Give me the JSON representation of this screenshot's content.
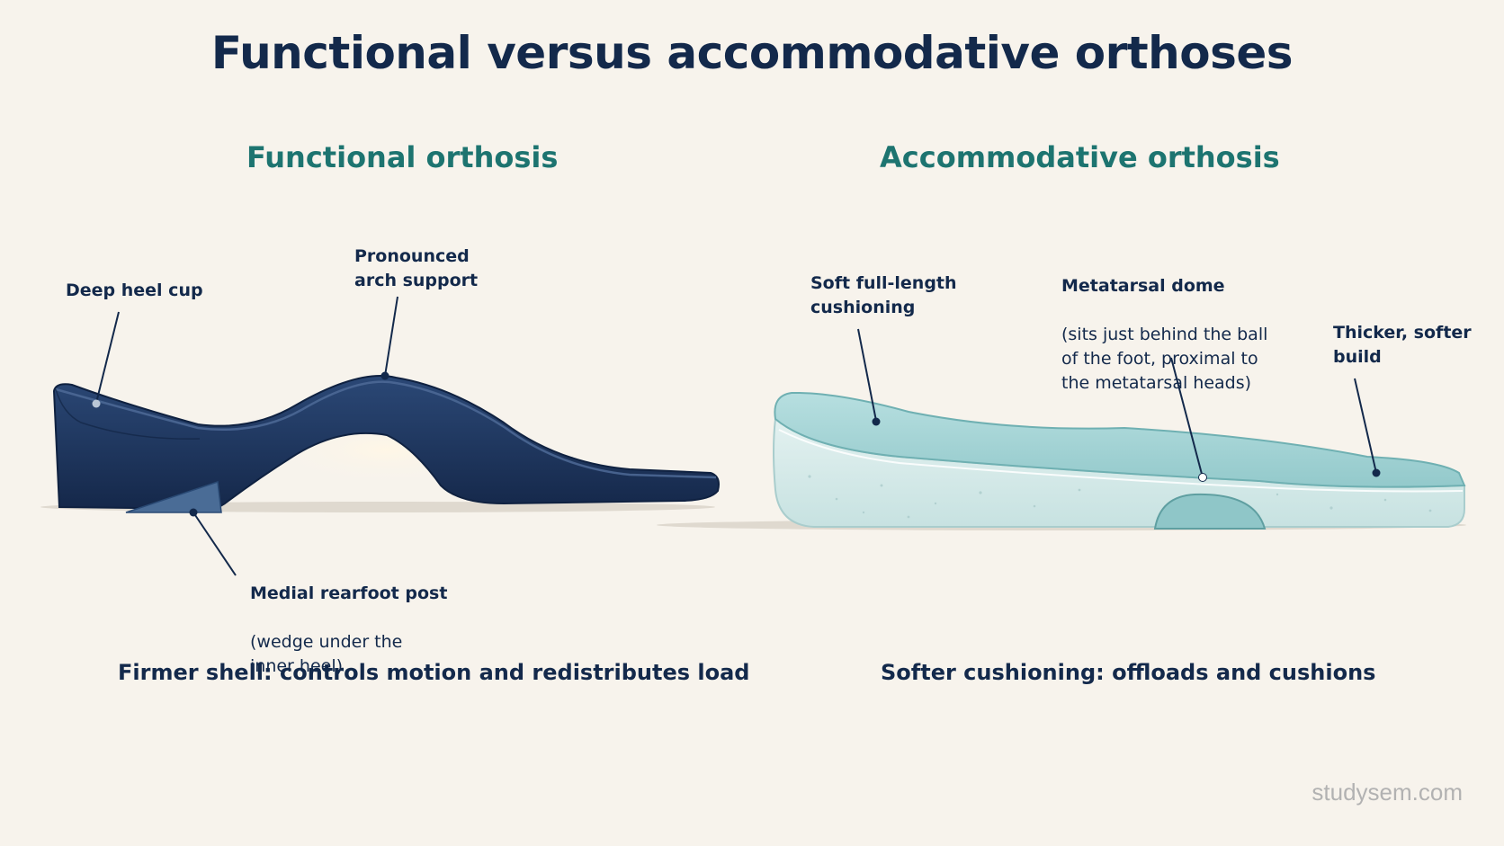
{
  "title": "Functional versus accommodative orthoses",
  "functional": {
    "heading": "Functional orthosis",
    "callouts": {
      "heel_cup": "Deep heel cup",
      "arch_support": "Pronounced\narch support",
      "rearfoot_post_name": "Medial rearfoot post",
      "rearfoot_post_note": "(wedge under the\ninner heel)"
    },
    "caption": "Firmer shell: controls motion and redistributes load",
    "colors": {
      "shell": "#1d365f",
      "post": "#4a6c96"
    }
  },
  "accommodative": {
    "heading": "Accommodative orthosis",
    "callouts": {
      "cushioning": "Soft full-length\ncushioning",
      "metatarsal_dome_name": "Metatarsal dome",
      "metatarsal_dome_note": "(sits just behind the ball\nof the foot, proximal to\nthe metatarsal heads)",
      "build": "Thicker, softer\nbuild"
    },
    "caption": "Softer cushioning: offloads and cushions",
    "colors": {
      "top_layer": "#a9d6d8",
      "foam": "#d7ebea",
      "dome": "#8fc6c8"
    }
  },
  "watermark": "studysem.com"
}
